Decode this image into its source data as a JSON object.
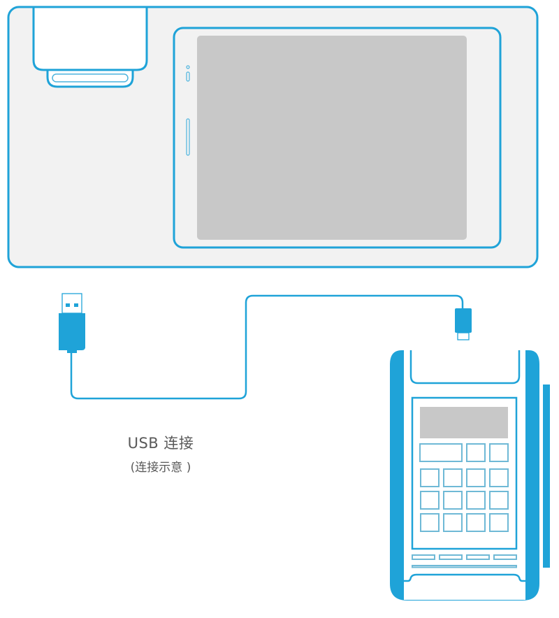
{
  "caption": {
    "title": "USB 连接",
    "subtitle": "(连接示意 )"
  },
  "colors": {
    "accent": "#1FA3D8",
    "stroke_light": "#6FB9D6",
    "panel_bg": "#F2F2F2",
    "screen_gray": "#C8C8C8",
    "text": "#595959",
    "white": "#FFFFFF"
  },
  "devices": {
    "host": {
      "name": "cash-register-terminal",
      "has_printer": true,
      "has_display": true
    },
    "peripheral": {
      "name": "pos-payment-terminal",
      "keypad_rows": 4,
      "function_keys": 4
    },
    "cable": {
      "type": "USB",
      "ends": [
        "usb-a-plug",
        "usb-c-plug"
      ]
    }
  }
}
